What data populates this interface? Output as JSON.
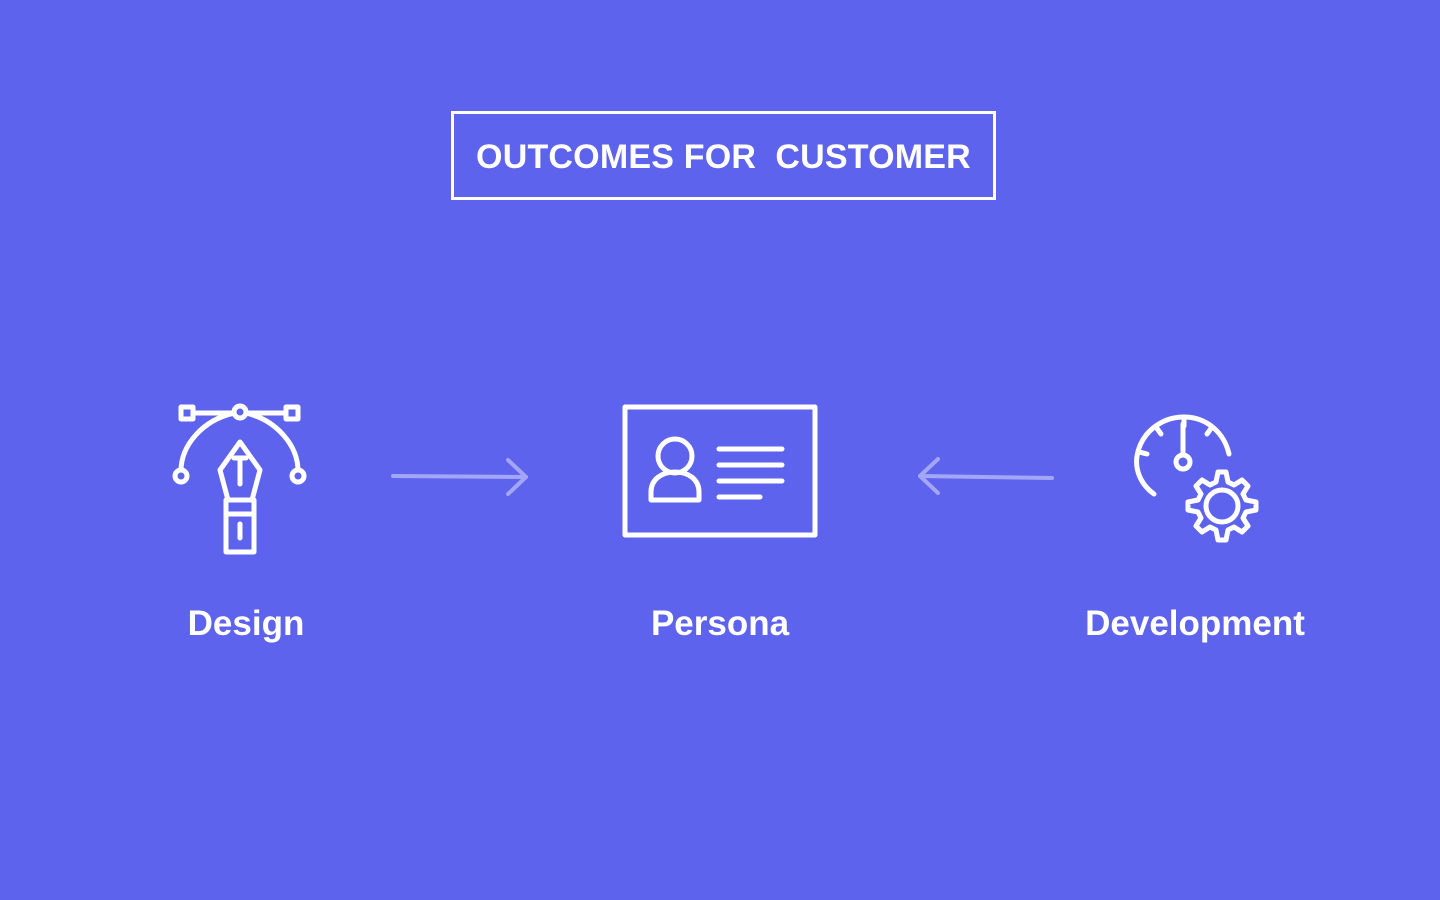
{
  "title": "OUTCOMES FOR  CUSTOMER",
  "colors": {
    "background": "#5E63ED",
    "foreground": "#FFFFFF",
    "arrow": "#A3A6F5"
  },
  "nodes": [
    {
      "label": "Design",
      "icon": "pen-tool-bezier-icon"
    },
    {
      "label": "Persona",
      "icon": "id-card-icon"
    },
    {
      "label": "Development",
      "icon": "gauge-gear-icon"
    }
  ],
  "edges": [
    {
      "from": "Design",
      "to": "Persona"
    },
    {
      "from": "Development",
      "to": "Persona"
    }
  ]
}
